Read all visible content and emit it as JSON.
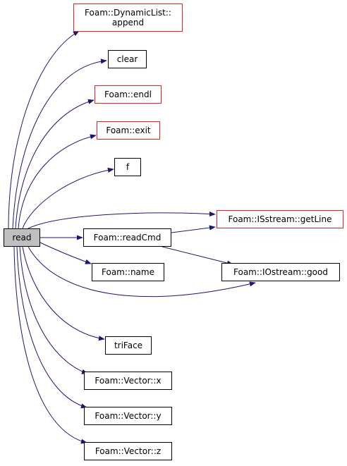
{
  "colors": {
    "edge": "#191970",
    "node_border": "#000000",
    "node_border_undocumented": "#e8211d",
    "root_fill": "#bfbfbf",
    "node_fill": "#ffffff"
  },
  "nodes": {
    "read": {
      "label": "read"
    },
    "append": {
      "label": "Foam::DynamicList::\nappend"
    },
    "clear": {
      "label": "clear"
    },
    "endl": {
      "label": "Foam::endl"
    },
    "exit": {
      "label": "Foam::exit"
    },
    "f": {
      "label": "f"
    },
    "getLine": {
      "label": "Foam::ISstream::getLine"
    },
    "readCmd": {
      "label": "Foam::readCmd"
    },
    "name": {
      "label": "Foam::name"
    },
    "good": {
      "label": "Foam::IOstream::good"
    },
    "triFace": {
      "label": "triFace"
    },
    "vx": {
      "label": "Foam::Vector::x"
    },
    "vy": {
      "label": "Foam::Vector::y"
    },
    "vz": {
      "label": "Foam::Vector::z"
    }
  }
}
